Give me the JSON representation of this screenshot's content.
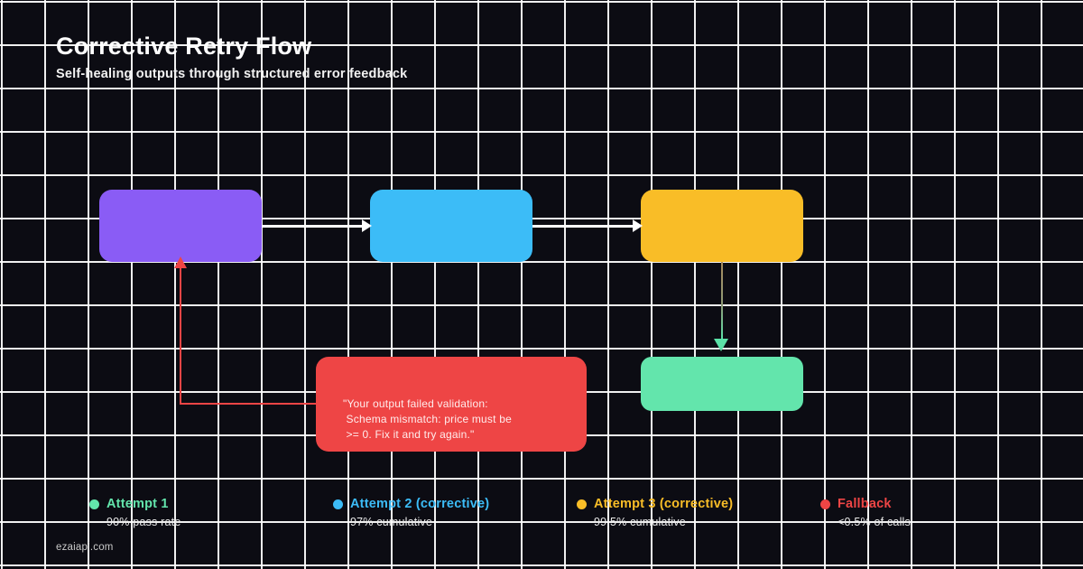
{
  "header": {
    "title": "Corrective Retry Flow",
    "subtitle": "Self-healing outputs through structured error feedback"
  },
  "flow": {
    "nodes": [
      {
        "name": "attempt-step-1",
        "color": "#8a5cf5"
      },
      {
        "name": "attempt-step-2",
        "color": "#3cbcf7"
      },
      {
        "name": "attempt-step-3",
        "color": "#f9bd27"
      },
      {
        "name": "success-step",
        "color": "#63e5ac"
      }
    ],
    "error_box": {
      "color": "#ee4545",
      "text": "\"Your output failed validation:\n Schema mismatch: price must be\n >= 0. Fix it and try again.\""
    },
    "arrow_colors": {
      "forward": "#ffffff",
      "feedback": "#ee4545",
      "success": "#5ce2a8"
    }
  },
  "legend": {
    "items": [
      {
        "label": "Attempt 1",
        "sublabel": "90% pass rate",
        "color": "#63e5ac"
      },
      {
        "label": "Attempt 2 (corrective)",
        "sublabel": "97% cumulative",
        "color": "#3cbcf7"
      },
      {
        "label": "Attempt 3 (corrective)",
        "sublabel": "99.5% cumulative",
        "color": "#f9bd27"
      },
      {
        "label": "Fallback",
        "sublabel": "<0.5% of calls",
        "color": "#ee4545"
      }
    ]
  },
  "footer": {
    "text": "ezaiapi.com"
  },
  "theme": {
    "background": "#0c0c13",
    "grid_line": "#fcfcfc",
    "title_color": "#ffffff"
  }
}
